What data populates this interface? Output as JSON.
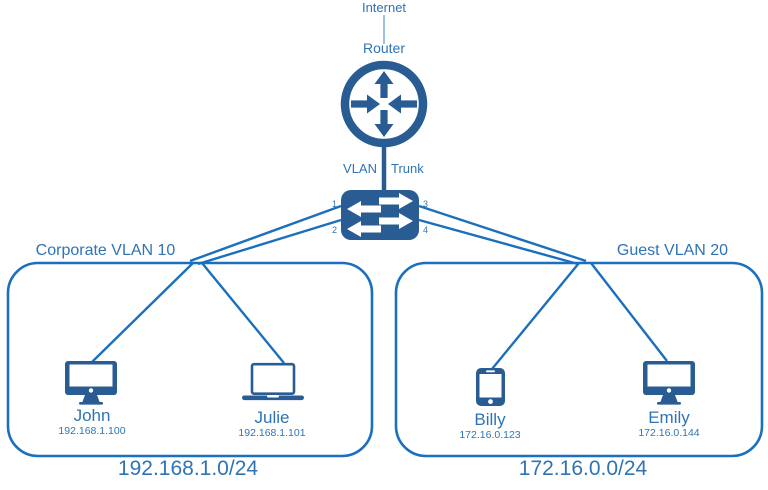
{
  "colors": {
    "icon_fill": "#2A5C94",
    "line_blue": "#1B6FBF",
    "text_blue": "#2E74B5",
    "internet_link": "#9DC3E6",
    "background": "#ffffff"
  },
  "topology": {
    "internet_label": "Internet",
    "router_label": "Router",
    "trunk_label_left": "VLAN",
    "trunk_label_right": "Trunk",
    "switch_ports": [
      "1",
      "2",
      "3",
      "4"
    ],
    "vlans": [
      {
        "title": "Corporate VLAN 10",
        "subnet": "192.168.1.0/24",
        "devices": [
          {
            "name": "John",
            "ip": "192.168.1.100",
            "icon": "desktop-computer"
          },
          {
            "name": "Julie",
            "ip": "192.168.1.101",
            "icon": "laptop"
          }
        ]
      },
      {
        "title": "Guest VLAN 20",
        "subnet": "172.16.0.0/24",
        "devices": [
          {
            "name": "Billy",
            "ip": "172.16.0.123",
            "icon": "smartphone"
          },
          {
            "name": "Emily",
            "ip": "172.16.0.144",
            "icon": "desktop-computer"
          }
        ]
      }
    ]
  }
}
